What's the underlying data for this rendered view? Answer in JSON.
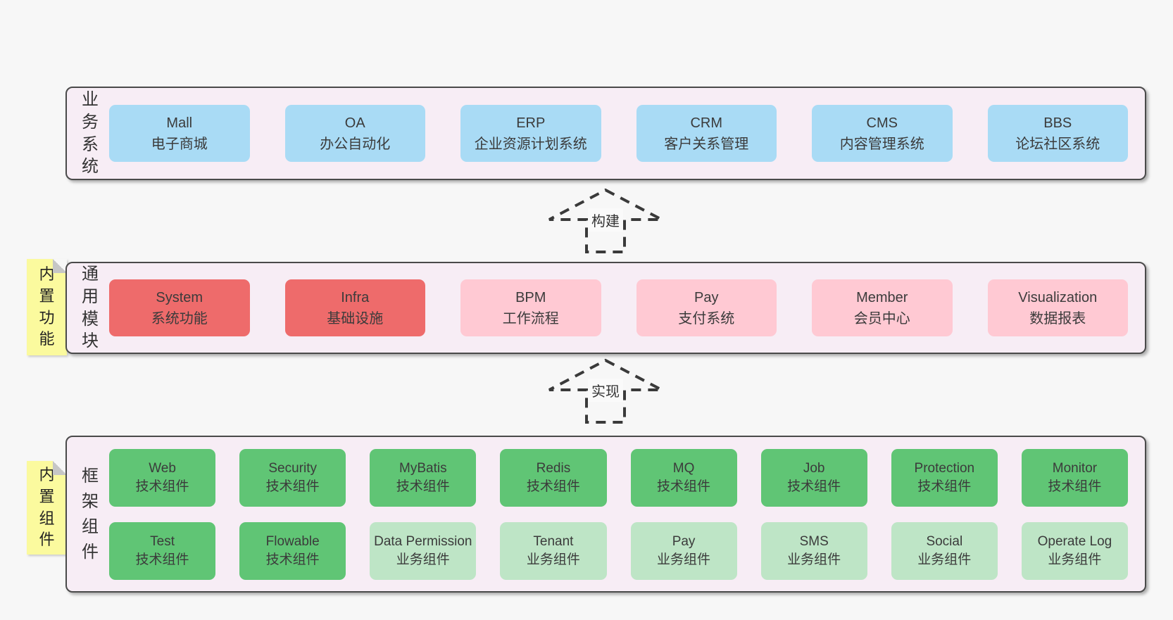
{
  "colors": {
    "page_bg": "#f7f7f7",
    "panel_bg": "#f7edf5",
    "panel_border": "#4a4a4a",
    "tab_bg": "#fbfa9e",
    "tab_fold": "#c6c6c6",
    "arrow_stroke": "#3a3a3a",
    "box": {
      "blue": "#a9dbf5",
      "red": "#ee6b6b",
      "pink": "#ffc9d3",
      "green": "#60c575",
      "green_light": "#bee5c6"
    }
  },
  "arrows": {
    "build": "构建",
    "implement": "实现"
  },
  "sections": {
    "business": {
      "label": "业务系统",
      "boxes": [
        {
          "name": "Mall",
          "desc": "电子商城"
        },
        {
          "name": "OA",
          "desc": "办公自动化"
        },
        {
          "name": "ERP",
          "desc": "企业资源计划系统"
        },
        {
          "name": "CRM",
          "desc": "客户关系管理"
        },
        {
          "name": "CMS",
          "desc": "内容管理系统"
        },
        {
          "name": "BBS",
          "desc": "论坛社区系统"
        }
      ]
    },
    "modules": {
      "label": "通用模块",
      "tab": "内置功能",
      "boxes": [
        {
          "name": "System",
          "desc": "系统功能"
        },
        {
          "name": "Infra",
          "desc": "基础设施"
        },
        {
          "name": "BPM",
          "desc": "工作流程"
        },
        {
          "name": "Pay",
          "desc": "支付系统"
        },
        {
          "name": "Member",
          "desc": "会员中心"
        },
        {
          "name": "Visualization",
          "desc": "数据报表"
        }
      ]
    },
    "components": {
      "label": "框架组件",
      "tab": "内置组件",
      "row1": [
        {
          "name": "Web",
          "desc": "技术组件"
        },
        {
          "name": "Security",
          "desc": "技术组件"
        },
        {
          "name": "MyBatis",
          "desc": "技术组件"
        },
        {
          "name": "Redis",
          "desc": "技术组件"
        },
        {
          "name": "MQ",
          "desc": "技术组件"
        },
        {
          "name": "Job",
          "desc": "技术组件"
        },
        {
          "name": "Protection",
          "desc": "技术组件"
        },
        {
          "name": "Monitor",
          "desc": "技术组件"
        }
      ],
      "row2": [
        {
          "name": "Test",
          "desc": "技术组件"
        },
        {
          "name": "Flowable",
          "desc": "技术组件"
        },
        {
          "name": "Data Permission",
          "desc": "业务组件"
        },
        {
          "name": "Tenant",
          "desc": "业务组件"
        },
        {
          "name": "Pay",
          "desc": "业务组件"
        },
        {
          "name": "SMS",
          "desc": "业务组件"
        },
        {
          "name": "Social",
          "desc": "业务组件"
        },
        {
          "name": "Operate Log",
          "desc": "业务组件"
        }
      ]
    }
  }
}
